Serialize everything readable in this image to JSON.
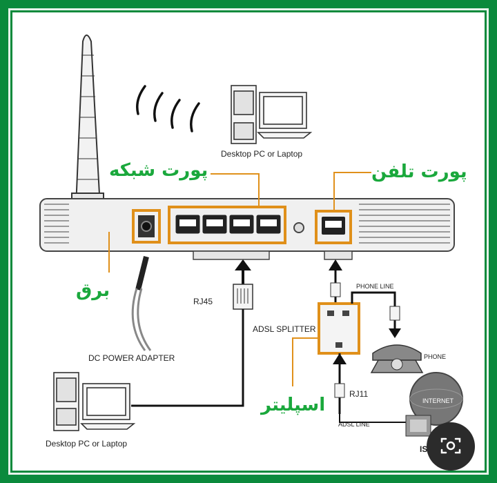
{
  "labels": {
    "pc_top": "Desktop PC or Laptop",
    "pc_bottom": "Desktop PC or Laptop",
    "rj45": "RJ45",
    "dc_power": "DC POWER ADAPTER",
    "adsl_splitter": "ADSL SPLITTER",
    "phone_line": "PHONE LINE",
    "phone": "PHONE",
    "rj11": "RJ11",
    "adsl_line": "ADSL LINE",
    "internet": "INTERNET",
    "isp": "ISP"
  },
  "persian": {
    "network_port": "پورت شبکه",
    "phone_port": "پورت تلفن",
    "power": "برق",
    "splitter": "اسپلیتر"
  },
  "colors": {
    "outer_border": "#0a8a3c",
    "highlight": "#e0901a",
    "persian_text": "#1aa83c"
  },
  "icons": {
    "lens": "google-lens-icon"
  }
}
